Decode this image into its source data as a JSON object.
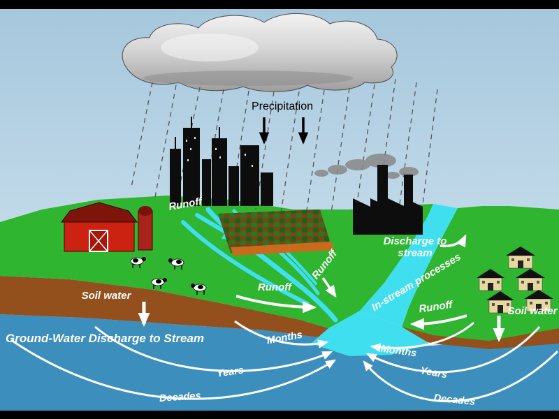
{
  "diagram": {
    "type": "water-cycle-to-stream",
    "labels": {
      "precipitation": "Precipitation",
      "runoff_city": "Runoff",
      "runoff_slope": "Runoff",
      "runoff_center": "Runoff",
      "runoff_right": "Runoff",
      "discharge_line1": "Discharge to",
      "discharge_line2": "stream",
      "in_stream": "In-stream processes",
      "soil_water_left": "Soil water",
      "soil_water_right": "Soil water",
      "groundwater": "Ground-Water Discharge to Stream",
      "months_left": "Months",
      "years_left": "Years",
      "decades_left": "Decades",
      "months_right": "Months",
      "years_right": "Years",
      "decades_right": "Decades"
    },
    "colors": {
      "sky_top": "#a5c6dc",
      "sky_bottom": "#d9ebf4",
      "land_green": "#2fb52f",
      "soil_brown": "#94501c",
      "water_blue": "#3c8fbc",
      "stream_cyan": "#40dff0",
      "cloud_gray": "#c8c8c8",
      "barn_red": "#cc2211",
      "factory_black": "#0d0d0d",
      "house_tan": "#e8d8a0",
      "label_white": "#ffffff",
      "text_black": "#000000"
    }
  }
}
